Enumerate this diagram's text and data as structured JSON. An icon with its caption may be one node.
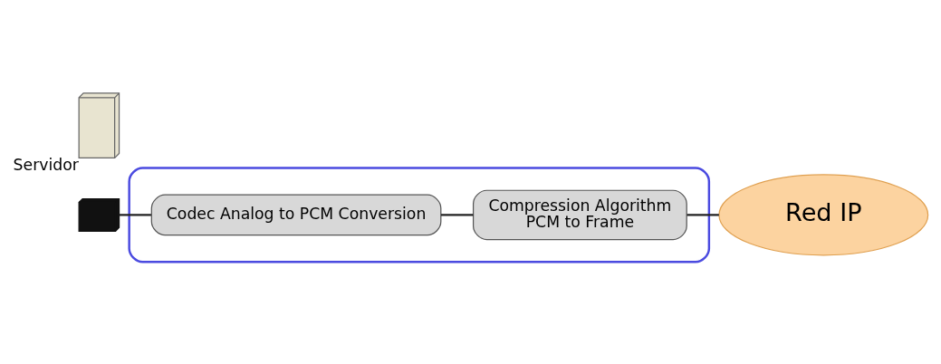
{
  "diagram": {
    "nodes": [
      {
        "text": [],
        "shape": "box"
      },
      {
        "text": [],
        "shape": "box"
      },
      {
        "text": [
          "Codec Analog to PCM Conversion"
        ],
        "in": 1
      },
      {
        "text": [
          "Compression Algorithm",
          "PCM to Frame"
        ],
        "in": 1
      },
      {
        "text": [
          "Red IP"
        ]
      },
      {
        "text": [],
        "shape": "box",
        "beside": [
          "Servidor"
        ]
      }
    ],
    "edges": [
      {
        "from": 0,
        "to": 2,
        "arrow": "none"
      },
      {
        "from": 2,
        "to": 3,
        "arrow": "none"
      },
      {
        "from": 3,
        "to": 4,
        "arrow": "none"
      }
    ]
  }
}
